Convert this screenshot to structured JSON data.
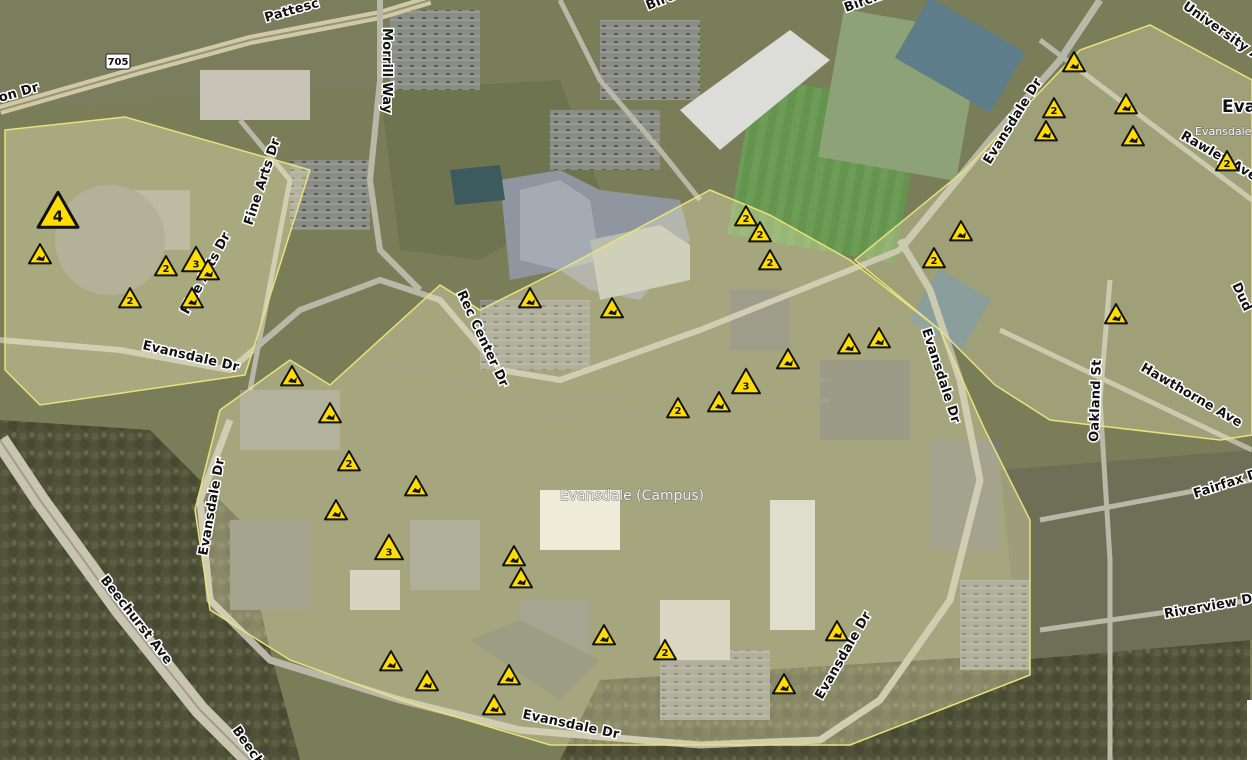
{
  "map": {
    "area_label": "Evansdale (Campus)",
    "place_label_partial": "Eva",
    "small_label_partial": "Evansdale",
    "route_shield": "705",
    "streets": [
      {
        "id": "street-evansdale-dr-1",
        "name": "Evansdale Dr"
      },
      {
        "id": "street-evansdale-dr-2",
        "name": "Evansdale Dr"
      },
      {
        "id": "street-evansdale-dr-3",
        "name": "Evansdale Dr"
      },
      {
        "id": "street-evansdale-dr-4",
        "name": "Evansdale Dr"
      },
      {
        "id": "street-evansdale-dr-5",
        "name": "Evansdale Dr"
      },
      {
        "id": "street-evansdale-dr-6",
        "name": "Evansdale Dr"
      },
      {
        "id": "street-fine-arts-dr-1",
        "name": "Fine Arts Dr"
      },
      {
        "id": "street-fine-arts-dr-2",
        "name": "Fine Arts Dr"
      },
      {
        "id": "street-rec-center-dr",
        "name": "Rec Center Dr"
      },
      {
        "id": "street-morrill-way",
        "name": "Morrill Way"
      },
      {
        "id": "street-beechurst-ave-1",
        "name": "Beechurst Ave"
      },
      {
        "id": "street-beechurst-ave-2",
        "name": "Beech"
      },
      {
        "id": "street-oakland-st",
        "name": "Oakland St"
      },
      {
        "id": "street-hawthorne-ave",
        "name": "Hawthorne Ave"
      },
      {
        "id": "street-fairfax-dr",
        "name": "Fairfax Dr"
      },
      {
        "id": "street-riverview-dr",
        "name": "Riverview Dr"
      },
      {
        "id": "street-rawley-ave",
        "name": "Rawley Ave"
      },
      {
        "id": "street-university-ave",
        "name": "University Ave"
      },
      {
        "id": "street-patteson",
        "name": "Pattesc"
      },
      {
        "id": "street-birch-1",
        "name": "Birch"
      },
      {
        "id": "street-birch-2",
        "name": "Birch"
      },
      {
        "id": "street-dud",
        "name": "Dud"
      },
      {
        "id": "street-on-dr",
        "name": "on Dr"
      }
    ],
    "markers": [
      {
        "count": "2"
      },
      {
        "count": "3"
      },
      {
        "count": "2"
      },
      {
        "count": "2"
      },
      {
        "count": "2"
      },
      {
        "count": "2"
      },
      {
        "count": "2"
      },
      {
        "count": "2"
      },
      {
        "count": "2"
      },
      {
        "count": "3"
      },
      {
        "count": "2"
      },
      {
        "count": "3"
      },
      {
        "count": "2"
      },
      {
        "count": "2"
      },
      {
        "count": "4"
      },
      {
        "count": ""
      },
      {
        "count": ""
      },
      {
        "count": ""
      },
      {
        "count": ""
      },
      {
        "count": ""
      },
      {
        "count": ""
      },
      {
        "count": ""
      },
      {
        "count": ""
      },
      {
        "count": ""
      },
      {
        "count": ""
      },
      {
        "count": ""
      },
      {
        "count": ""
      },
      {
        "count": ""
      },
      {
        "count": ""
      },
      {
        "count": ""
      },
      {
        "count": ""
      },
      {
        "count": ""
      },
      {
        "count": ""
      },
      {
        "count": ""
      },
      {
        "count": ""
      },
      {
        "count": ""
      },
      {
        "count": ""
      },
      {
        "count": ""
      },
      {
        "count": ""
      },
      {
        "count": ""
      },
      {
        "count": ""
      },
      {
        "count": ""
      },
      {
        "count": ""
      },
      {
        "count": ""
      },
      {
        "count": ""
      },
      {
        "count": ""
      },
      {
        "count": ""
      }
    ]
  },
  "colors": {
    "polygon_fill": "#fff8c8",
    "polygon_stroke": "#e8e27a",
    "marker_fill": "#ffdd00",
    "marker_stroke": "#111111"
  }
}
